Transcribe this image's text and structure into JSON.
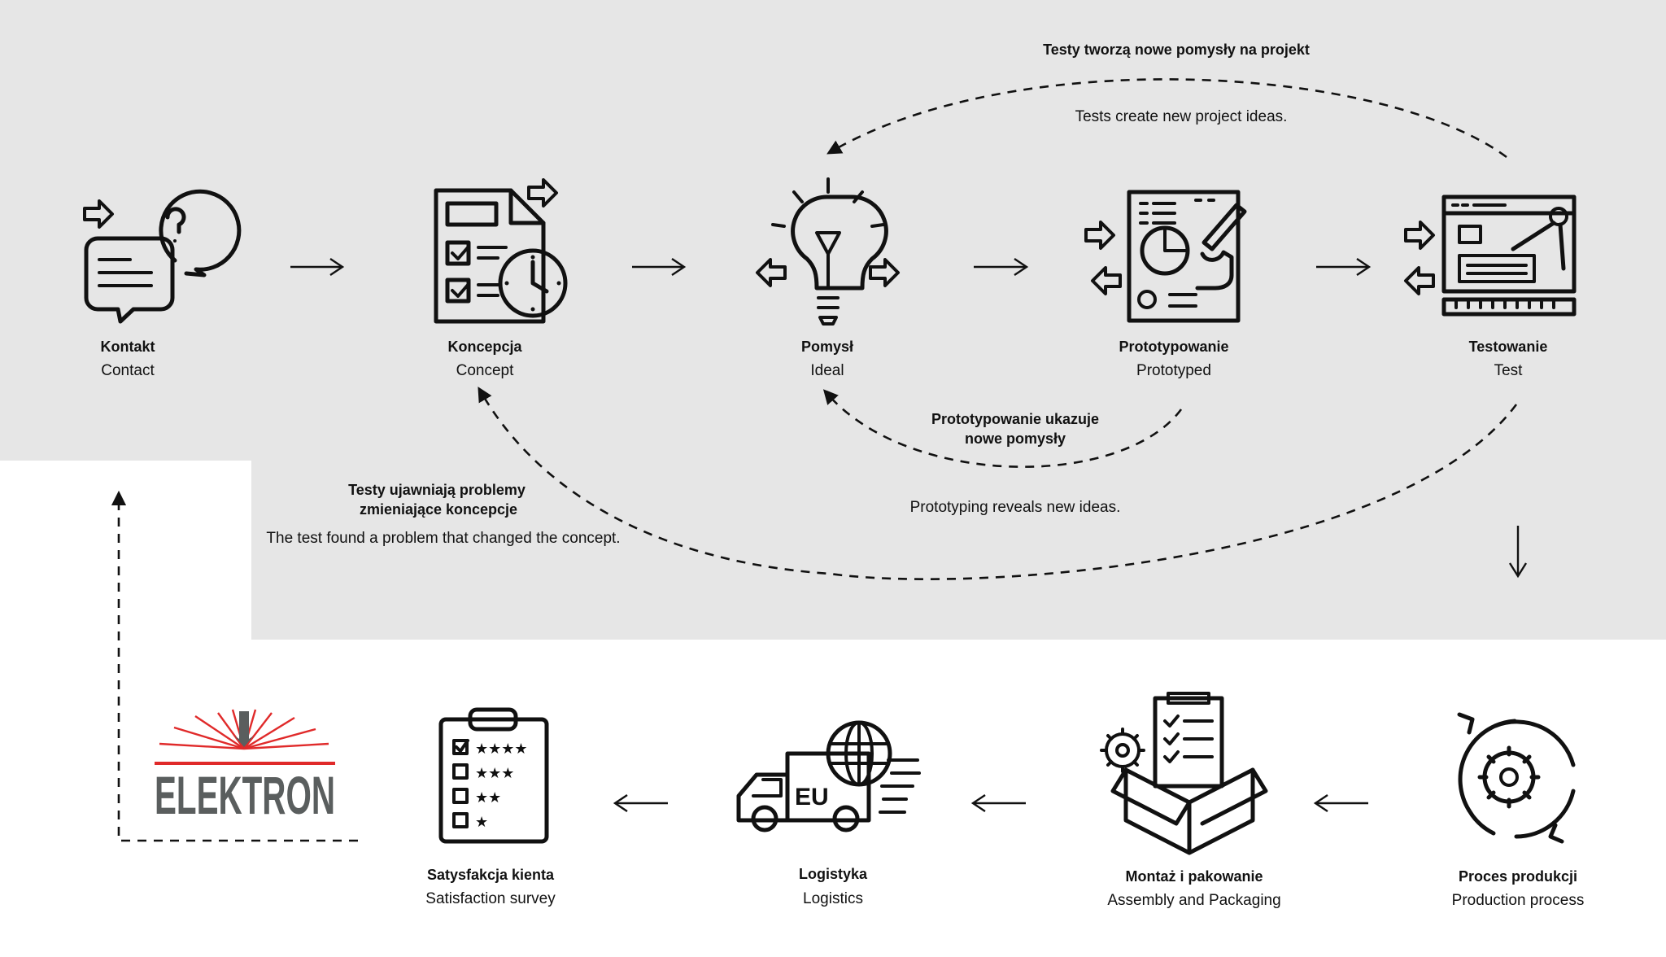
{
  "steps_top": [
    {
      "title": "Kontakt",
      "subtitle": "Contact",
      "icon": "chat-question-icon"
    },
    {
      "title": "Koncepcja",
      "subtitle": "Concept",
      "icon": "document-clock-icon"
    },
    {
      "title": "Pomysł",
      "subtitle": "Ideal",
      "icon": "lightbulb-icon"
    },
    {
      "title": "Prototypowanie",
      "subtitle": "Prototyped",
      "icon": "blueprint-pen-icon"
    },
    {
      "title": "Testowanie",
      "subtitle": "Test",
      "icon": "browser-compass-icon"
    }
  ],
  "steps_bottom": [
    {
      "title": "Proces produkcji",
      "subtitle": "Production process",
      "icon": "gear-cycle-icon"
    },
    {
      "title": "Montaż i pakowanie",
      "subtitle": "Assembly and Packaging",
      "icon": "box-checklist-icon"
    },
    {
      "title": "Logistyka",
      "subtitle": "Logistics",
      "icon": "eu-truck-icon"
    },
    {
      "title": "Satysfakcja kienta",
      "subtitle": "Satisfaction survey",
      "icon": "rating-clipboard-icon"
    }
  ],
  "loops": {
    "test_to_idea": {
      "title": "Testy tworzą nowe pomysły na projekt",
      "subtitle": "Tests create new project ideas."
    },
    "proto_to_idea": {
      "title_line1": "Prototypowanie ukazuje",
      "title_line2": "nowe pomysły",
      "subtitle": "Prototyping reveals new ideas."
    },
    "test_to_concept": {
      "title_line1": "Testy ujawniają problemy",
      "title_line2": "zmieniające koncepcje",
      "subtitle": "The test found a problem that changed the concept."
    }
  },
  "logo": {
    "text": "ELEKTRON"
  },
  "colors": {
    "panel": "#e6e6e6",
    "logo_red": "#e02a2a",
    "logo_gray": "#5a5e5e",
    "ink": "#111111"
  }
}
